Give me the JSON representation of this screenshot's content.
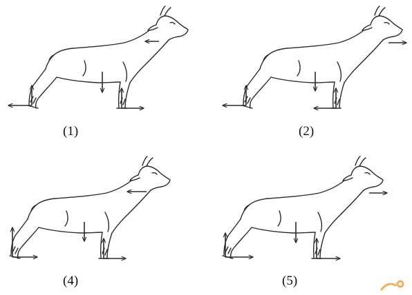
{
  "panels": [
    {
      "label": "(1)"
    },
    {
      "label": "(2)"
    },
    {
      "label": "(4)"
    },
    {
      "label": "(5)"
    }
  ],
  "colors": {
    "line": "#2a2a2a",
    "watermark": "#f2a23a"
  },
  "icons": {
    "figure": "goat-outline-icon",
    "force": "force-arrow-icon"
  }
}
